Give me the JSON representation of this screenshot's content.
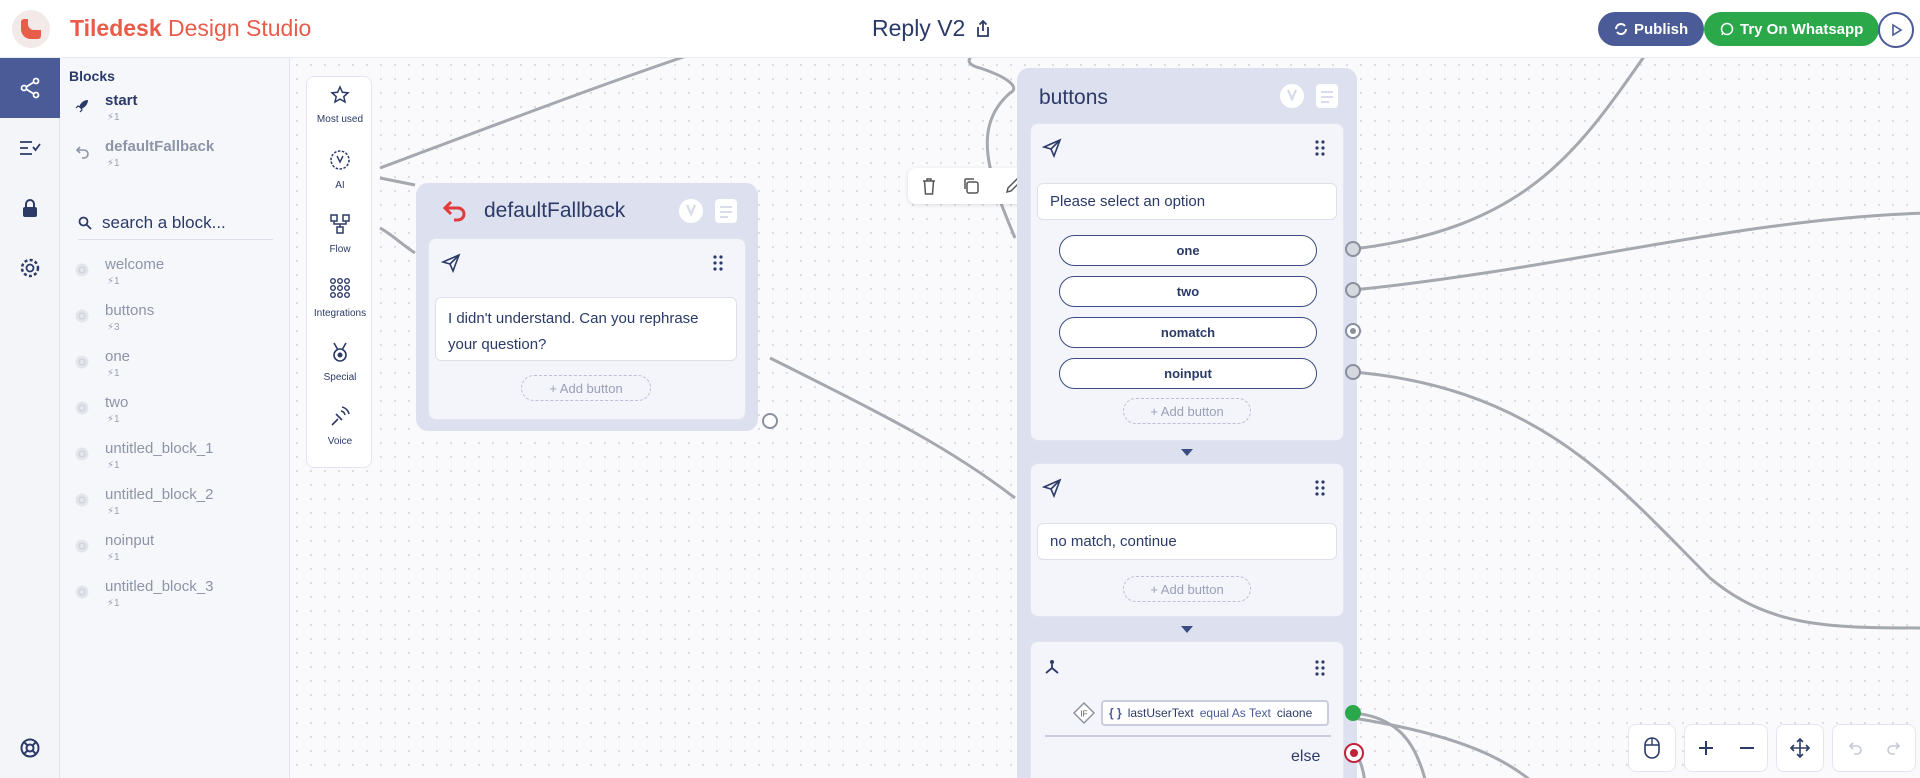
{
  "header": {
    "brand_bold": "Tiledesk",
    "brand_rest": " Design Studio",
    "title": "Reply V2",
    "publish_label": "Publish",
    "whatsapp_label": "Try On Whatsapp"
  },
  "sidebar": {
    "title": "Blocks",
    "main_blocks": [
      {
        "name": "start",
        "count": "1",
        "icon": "rocket-icon"
      },
      {
        "name": "defaultFallback",
        "count": "1",
        "icon": "undo-icon"
      }
    ],
    "search_placeholder": "search a block...",
    "blocks": [
      {
        "name": "welcome",
        "count": "1"
      },
      {
        "name": "buttons",
        "count": "3"
      },
      {
        "name": "one",
        "count": "1"
      },
      {
        "name": "two",
        "count": "1"
      },
      {
        "name": "untitled_block_1",
        "count": "1"
      },
      {
        "name": "untitled_block_2",
        "count": "1"
      },
      {
        "name": "noinput",
        "count": "1"
      },
      {
        "name": "untitled_block_3",
        "count": "1"
      }
    ]
  },
  "palette": {
    "items": [
      {
        "label": "Most used",
        "icon": "star-icon"
      },
      {
        "label": "AI",
        "icon": "ai-icon"
      },
      {
        "label": "Flow",
        "icon": "flow-icon"
      },
      {
        "label": "Integrations",
        "icon": "integrations-icon"
      },
      {
        "label": "Special",
        "icon": "medal-icon"
      },
      {
        "label": "Voice",
        "icon": "voice-icon"
      }
    ]
  },
  "fallback_node": {
    "title": "defaultFallback",
    "text": "I didn't understand. Can you rephrase your question?",
    "add_button": "+ Add button"
  },
  "buttons_node": {
    "title": "buttons",
    "card1": {
      "text": "Please select an option",
      "options": [
        "one",
        "two",
        "nomatch",
        "noinput"
      ],
      "add_button": "+ Add button"
    },
    "card2": {
      "text": "no match, continue",
      "add_button": "+ Add button"
    },
    "card3": {
      "condition_var": "lastUserText",
      "condition_op": "equal As Text",
      "condition_value": "ciaone",
      "else_label": "else"
    }
  },
  "colors": {
    "accent": "#4a5b98",
    "brand": "#e85c4a",
    "whatsapp": "#2aa84a"
  }
}
